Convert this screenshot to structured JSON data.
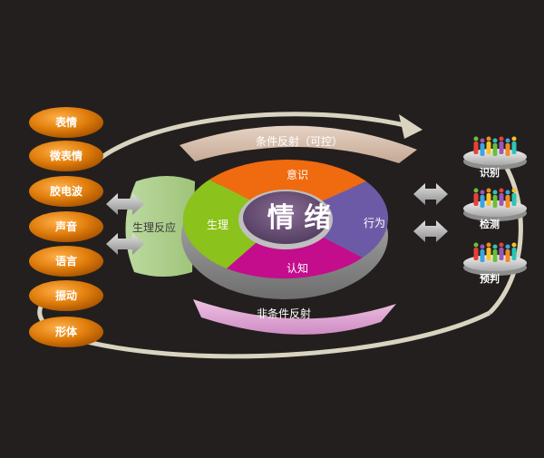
{
  "signals": [
    "表情",
    "微表情",
    "胶电波",
    "声音",
    "语言",
    "振动",
    "形体"
  ],
  "core": {
    "title": "情 绪",
    "segments": [
      "意识",
      "行为",
      "认知",
      "生理"
    ]
  },
  "outer_bands": {
    "top": "条件反射（可控）",
    "bottom": "非条件反射",
    "left": "生理反应"
  },
  "outputs": [
    "识别",
    "检测",
    "预判"
  ],
  "colors": {
    "background": "#231f1e",
    "pill": "#e07e0c",
    "orange": "#f06a0f",
    "purple": "#6d5aa6",
    "magenta": "#c30d8d",
    "green": "#8bc21c",
    "top_band": "#d6bfae",
    "bottom_band": "#d9a4cf",
    "left_band": "#bcd9a0",
    "center": "#6b4f78",
    "ring": "#d8d4c0"
  }
}
